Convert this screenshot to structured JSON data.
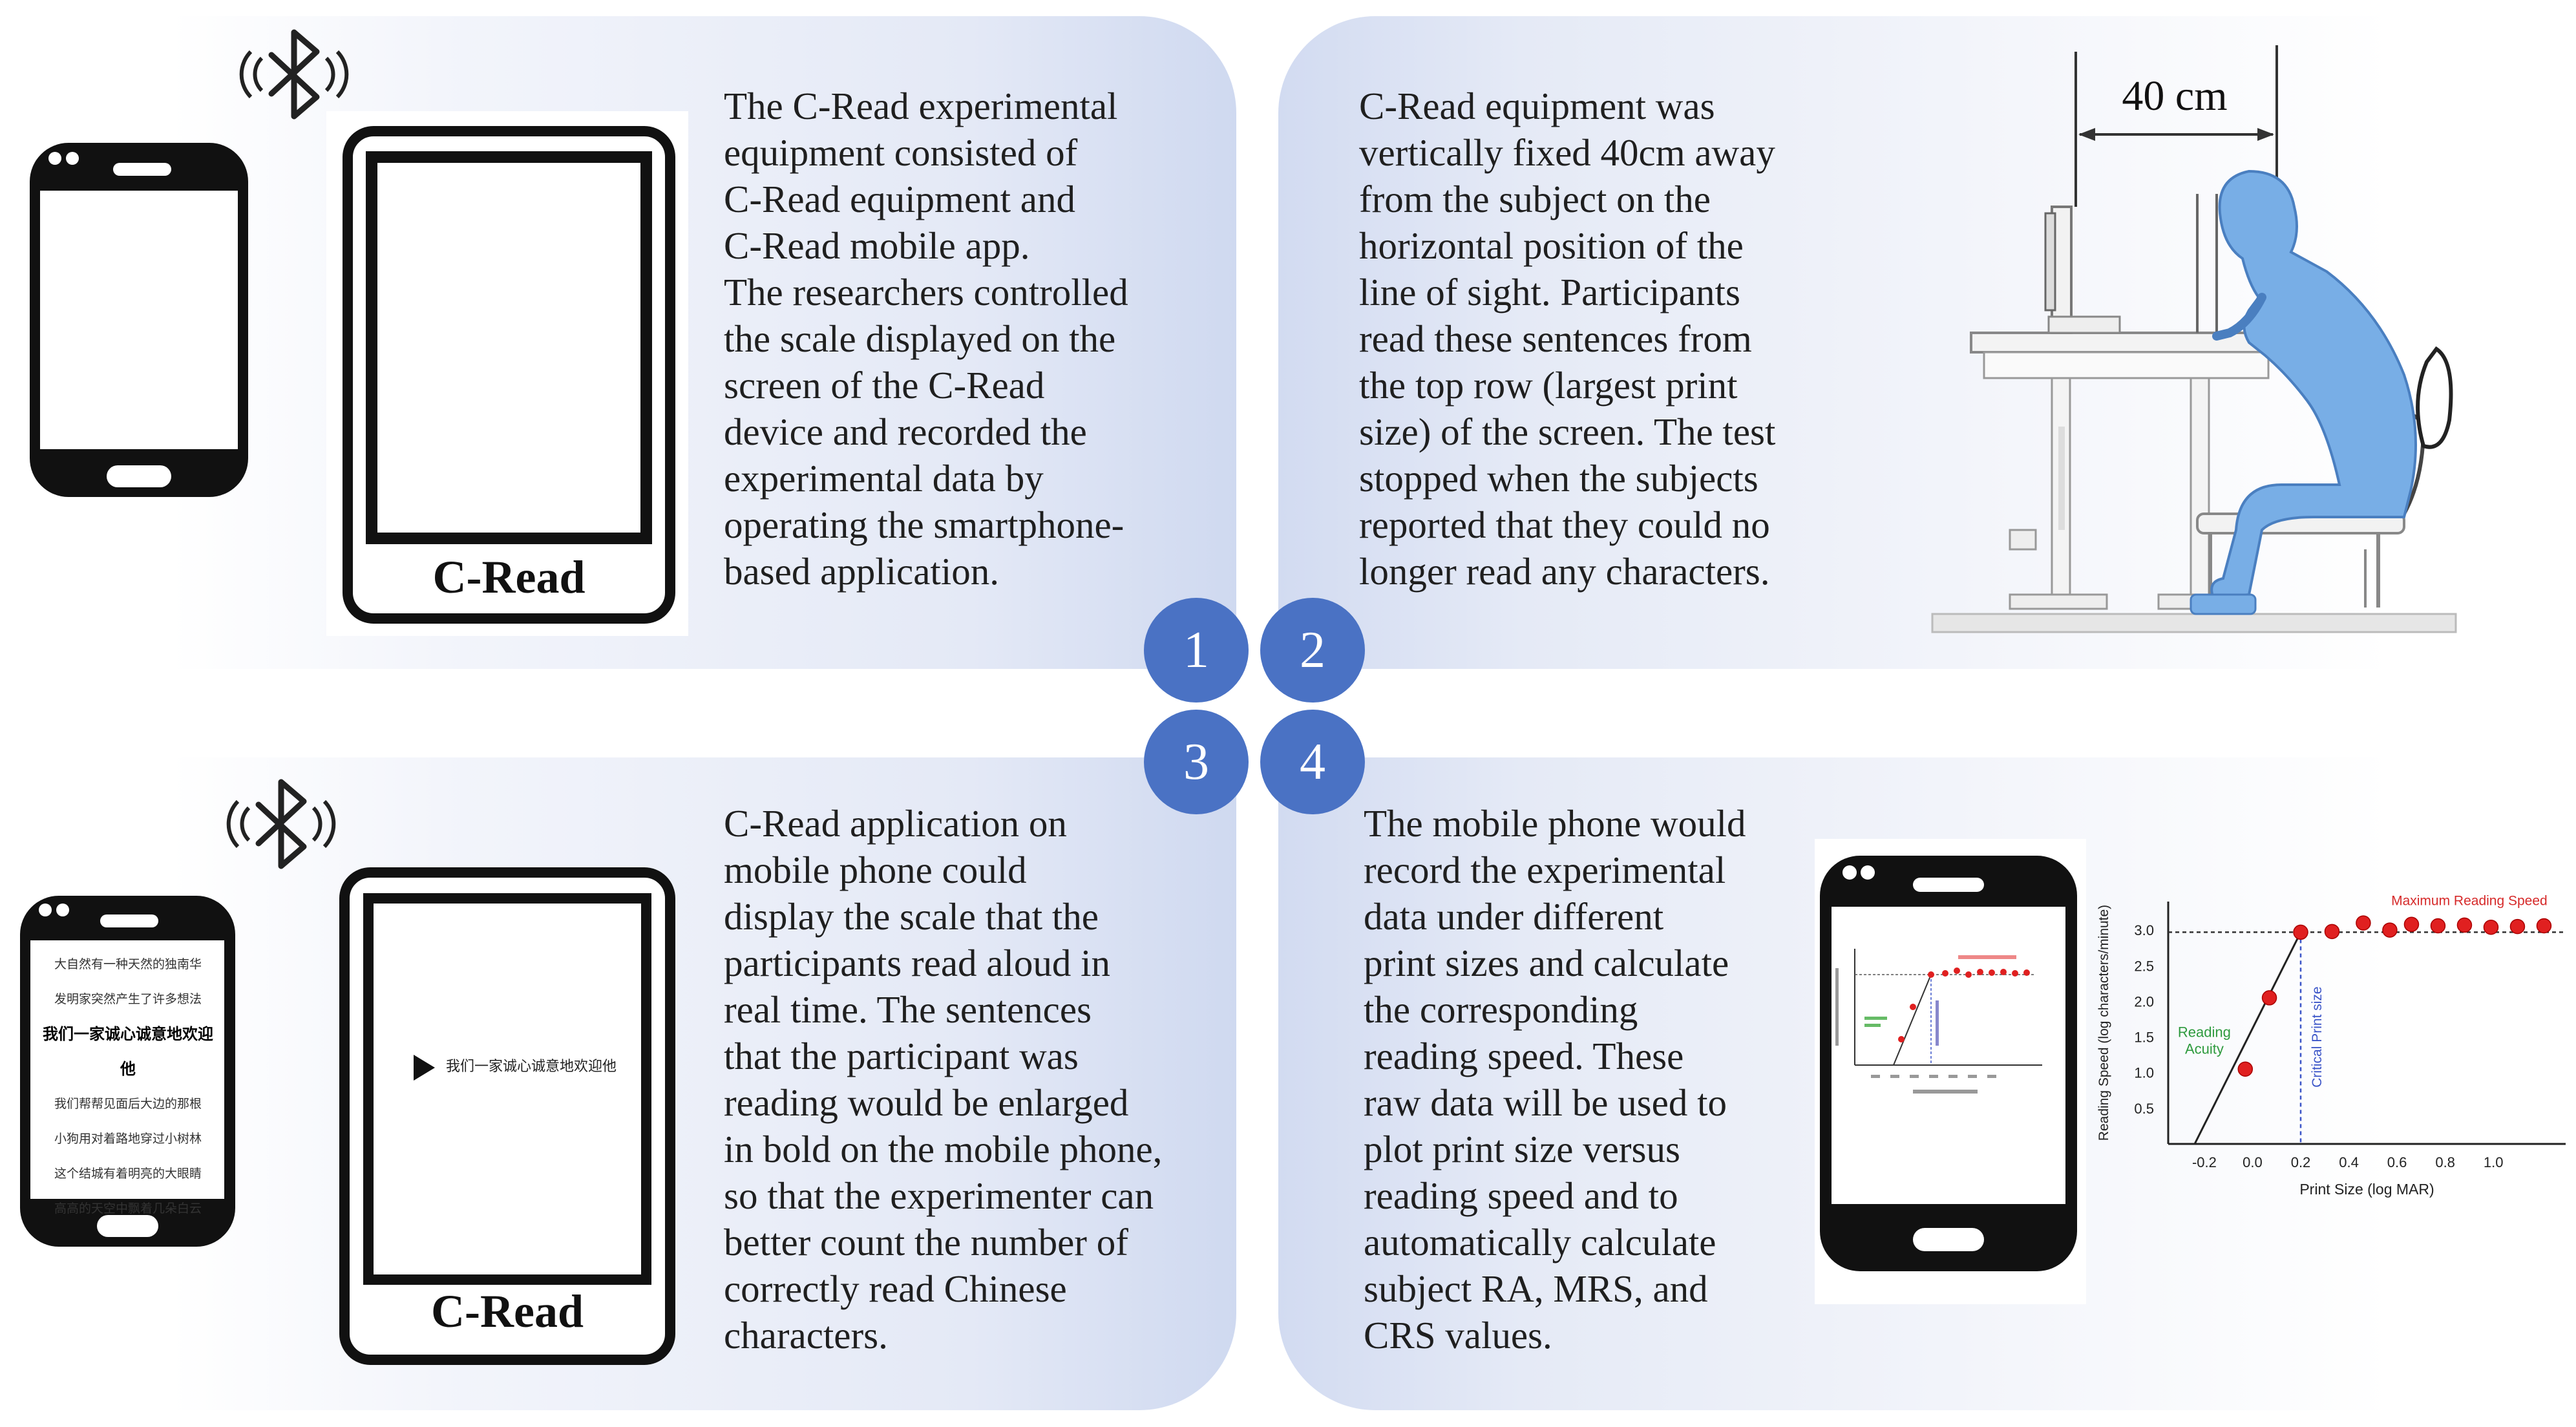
{
  "panels": [
    {
      "number": "1",
      "device_label": "C-Read",
      "text": "The C-Read experimental\nequipment consisted of\nC-Read equipment and\nC-Read mobile app.\nThe researchers controlled\nthe scale displayed on the\nscreen of the C-Read\ndevice and recorded the\nexperimental data by\noperating the smartphone-\nbased application."
    },
    {
      "number": "2",
      "distance_label": "40 cm",
      "text": "C-Read equipment was\nvertically fixed 40cm away\nfrom the subject on the\nhorizontal position of the\nline of sight. Participants\nread these sentences from\nthe top row (largest print\nsize) of the screen. The test\nstopped when the subjects\nreported that they could no\nlonger read any characters."
    },
    {
      "number": "3",
      "device_label": "C-Read",
      "phone_lines": [
        "大自然有一种天然的独南华",
        "发明家突然产生了许多想法",
        "我们一家诚心诚意地欢迎他",
        "我们帮帮见面后大边的那根",
        "小狗用对着路地穿过小树林",
        "这个结城有着明亮的大眼睛",
        "高高的天空中飘着几朵白云"
      ],
      "phone_highlight_index": 2,
      "tablet_line": "我们一家诚心诚意地欢迎他",
      "text": "C-Read application on\nmobile phone could\ndisplay the scale that the\nparticipants read aloud in\nreal time. The sentences\nthat the participant was\nreading would be enlarged\nin bold on the mobile phone,\nso that the experimenter can\nbetter count the number of\ncorrectly read Chinese\ncharacters."
    },
    {
      "number": "4",
      "text": "The mobile phone would\nrecord the experimental\ndata under different\nprint sizes and calculate\nthe corresponding\nreading speed. These\nraw data will be used to\nplot print size versus\nreading speed and to\nautomatically calculate\nsubject RA, MRS, and\nCRS values."
    }
  ],
  "chart_data": {
    "type": "scatter",
    "xlabel": "Print Size (log MAR)",
    "ylabel": "Reading Speed (log characters/minute)",
    "xlim": [
      -0.35,
      1.3
    ],
    "ylim": [
      0,
      3.4
    ],
    "xticks": [
      "-0.2",
      "0.0",
      "0.2",
      "0.4",
      "0.6",
      "0.8",
      "1.0"
    ],
    "xtick_values": [
      -0.2,
      0.0,
      0.2,
      0.4,
      0.6,
      0.8,
      1.0
    ],
    "yticks": [
      "0.5",
      "1.0",
      "1.5",
      "2.0",
      "2.5",
      "3.0"
    ],
    "ytick_values": [
      0.5,
      1.0,
      1.5,
      2.0,
      2.5,
      3.0
    ],
    "points": [
      {
        "x": -0.03,
        "y": 1.05
      },
      {
        "x": 0.07,
        "y": 2.05
      },
      {
        "x": 0.2,
        "y": 2.97
      },
      {
        "x": 0.33,
        "y": 2.98
      },
      {
        "x": 0.46,
        "y": 3.1
      },
      {
        "x": 0.57,
        "y": 3.0
      },
      {
        "x": 0.66,
        "y": 3.08
      },
      {
        "x": 0.77,
        "y": 3.06
      },
      {
        "x": 0.88,
        "y": 3.07
      },
      {
        "x": 0.99,
        "y": 3.04
      },
      {
        "x": 1.1,
        "y": 3.05
      },
      {
        "x": 1.21,
        "y": 3.06
      }
    ],
    "fit_line": [
      {
        "x": -0.24,
        "y": 0
      },
      {
        "x": 0.2,
        "y": 2.97
      }
    ],
    "plateau_y": 2.97,
    "critical_print_size_x": 0.2,
    "annotations": {
      "mrs": "Maximum Reading Speed",
      "ra": "Reading\nAcuity",
      "crs": "Critical Print size"
    },
    "colors": {
      "points": "#e02020",
      "mrs": "#d62a2a",
      "ra": "#2e9a3e",
      "crs": "#3b55c8"
    }
  }
}
